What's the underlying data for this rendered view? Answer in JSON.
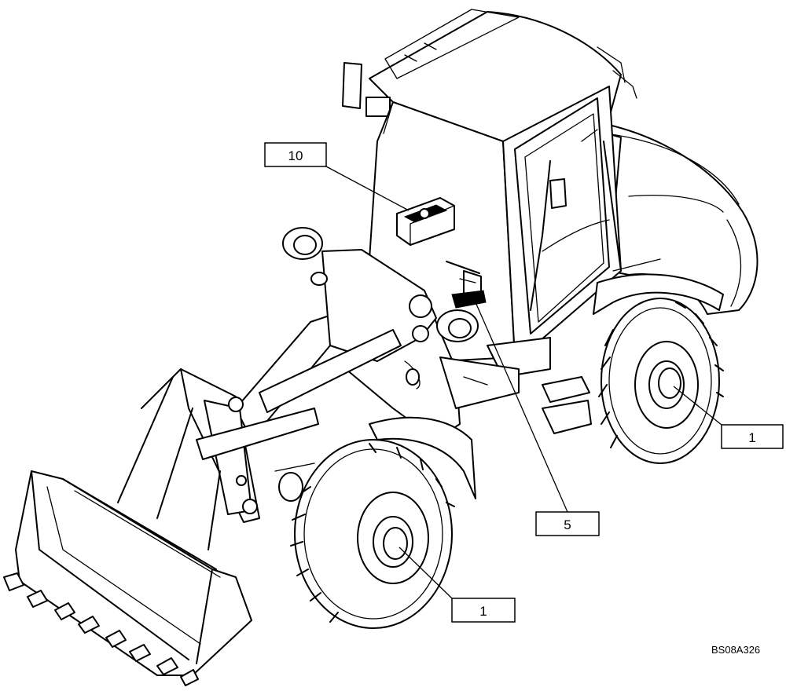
{
  "callouts": [
    {
      "id": "callout-10",
      "label": "10"
    },
    {
      "id": "callout-5",
      "label": "5"
    },
    {
      "id": "callout-1-rear",
      "label": "1"
    },
    {
      "id": "callout-1-front",
      "label": "1"
    }
  ],
  "reference_code": "BS08A326"
}
